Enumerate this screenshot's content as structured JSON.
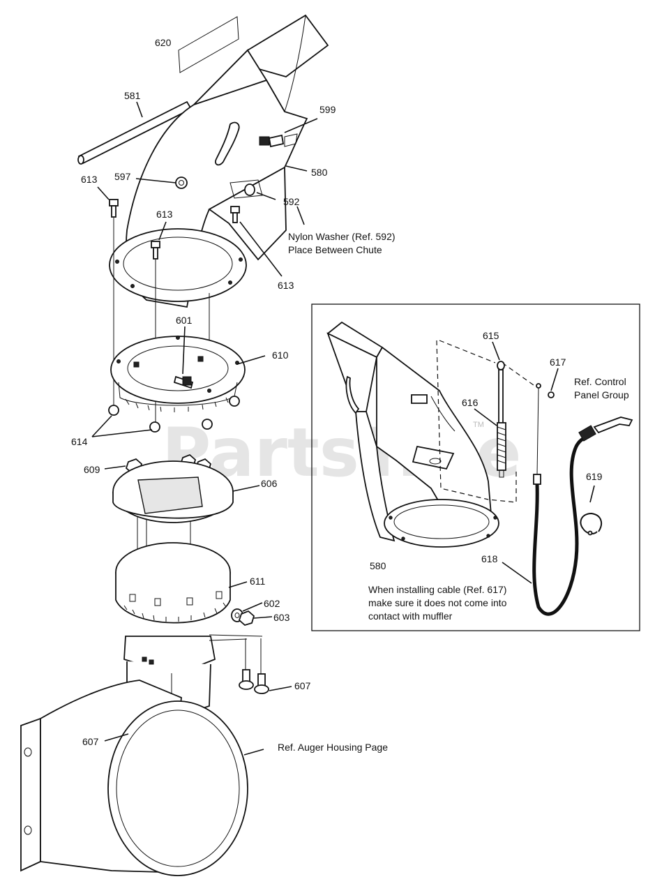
{
  "watermark": "PartsTree",
  "trademark": "TM",
  "callouts": {
    "c620": "620",
    "c581": "581",
    "c599": "599",
    "c580_main": "580",
    "c597": "597",
    "c592": "592",
    "c613_a": "613",
    "c613_b": "613",
    "c613_c": "613",
    "c601": "601",
    "c610": "610",
    "c614": "614",
    "c609": "609",
    "c606": "606",
    "c611": "611",
    "c602": "602",
    "c603": "603",
    "c607_a": "607",
    "c607_b": "607",
    "c615": "615",
    "c617": "617",
    "c616": "616",
    "c619": "619",
    "c580_inset": "580",
    "c618": "618"
  },
  "notes": {
    "nylon_washer_1": "Nylon Washer (Ref. 592)",
    "nylon_washer_2": "Place Between Chute",
    "control_panel_1": "Ref.  Control",
    "control_panel_2": "Panel Group",
    "cable_1": "When installing cable (Ref. 617)",
    "cable_2": "make sure it does not come into",
    "cable_3": "contact with muffler",
    "auger_housing": "Ref. Auger Housing Page"
  }
}
